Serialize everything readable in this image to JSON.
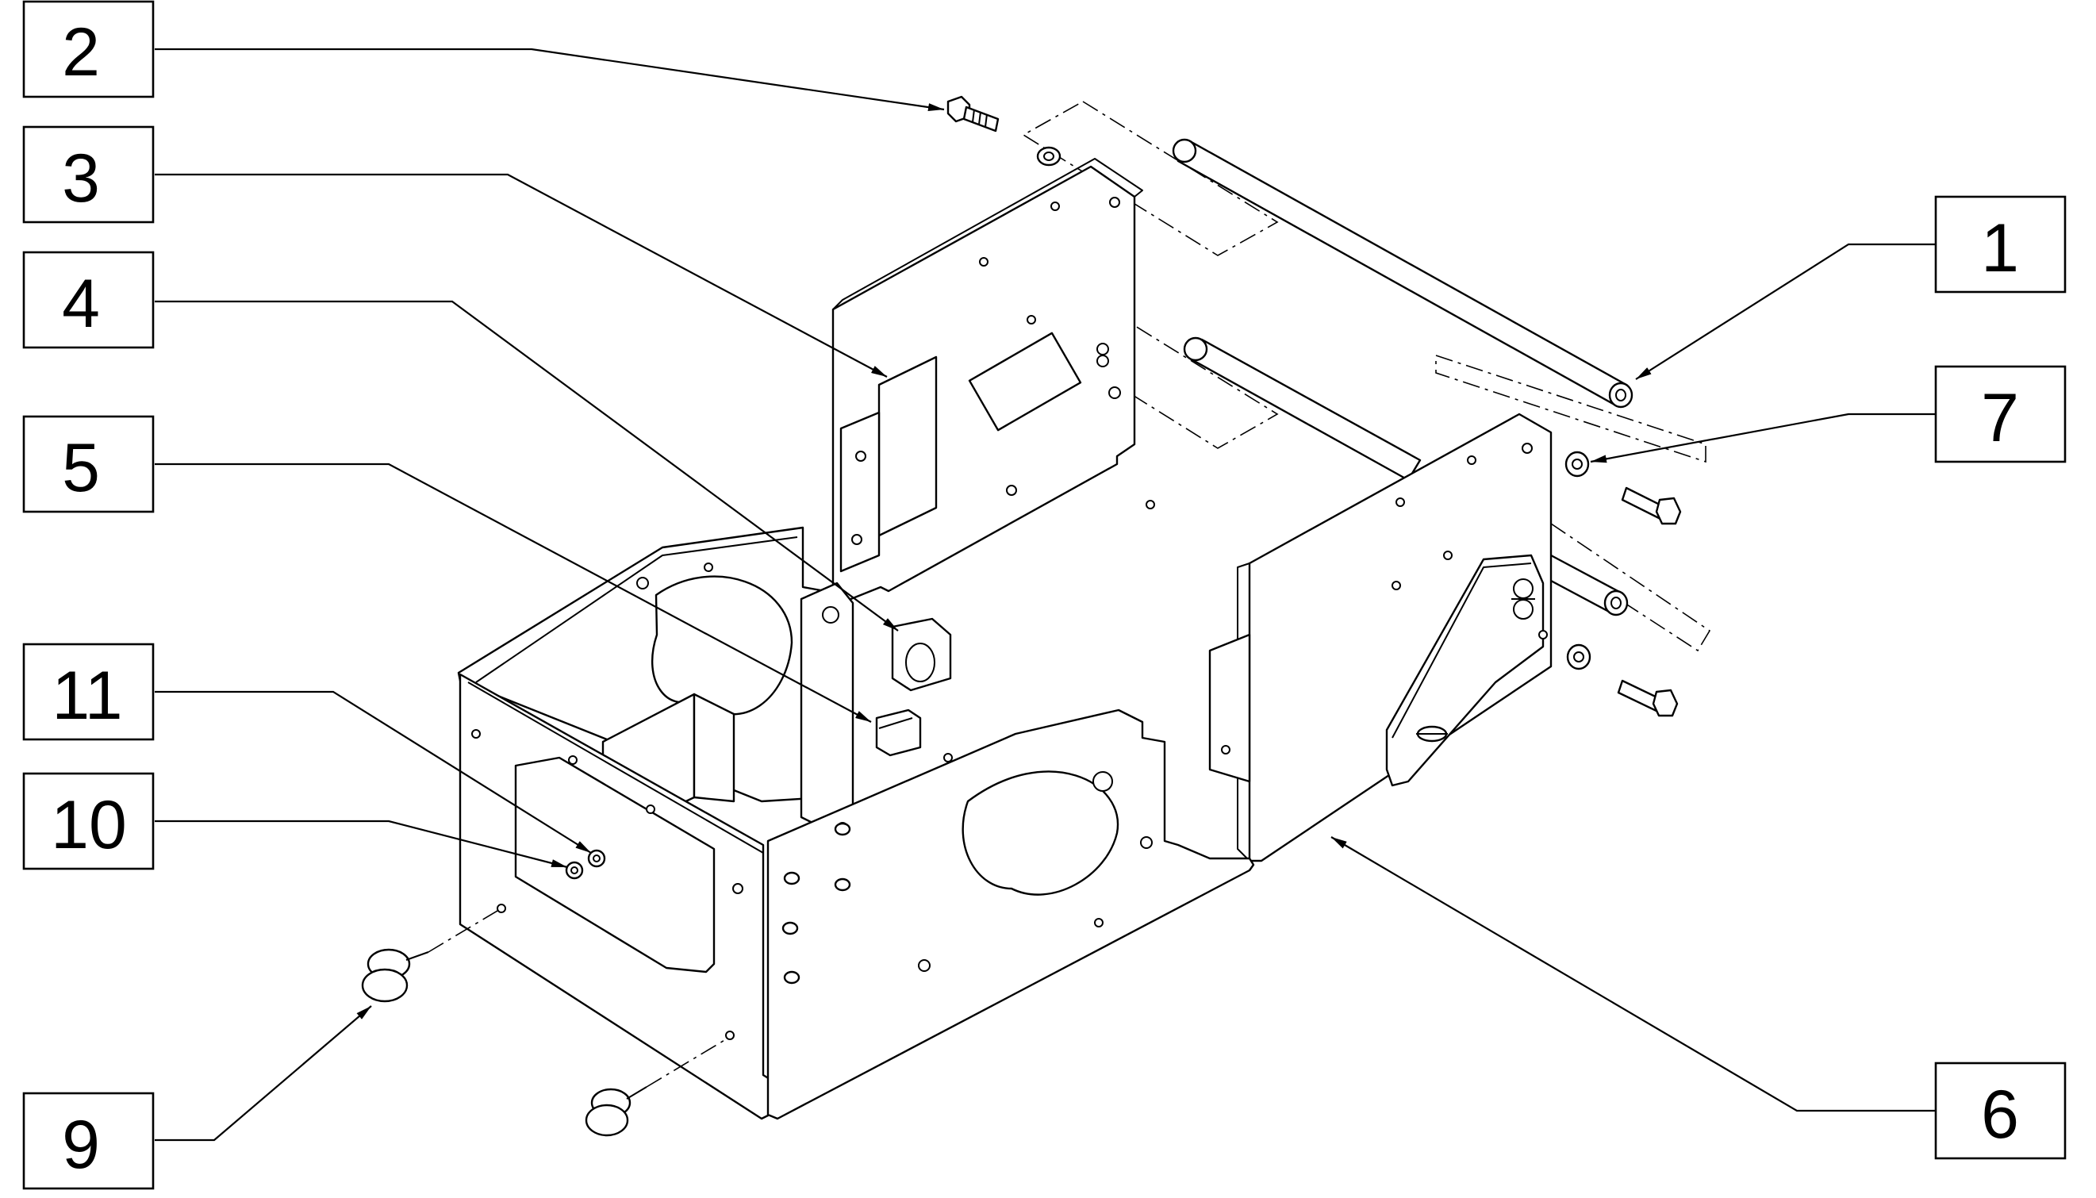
{
  "diagram": {
    "callouts": [
      {
        "id": "c2",
        "label": "2"
      },
      {
        "id": "c3",
        "label": "3"
      },
      {
        "id": "c4",
        "label": "4"
      },
      {
        "id": "c5",
        "label": "5"
      },
      {
        "id": "c11",
        "label": "11"
      },
      {
        "id": "c10",
        "label": "10"
      },
      {
        "id": "c9",
        "label": "9"
      },
      {
        "id": "c1",
        "label": "1"
      },
      {
        "id": "c7",
        "label": "7"
      },
      {
        "id": "c6",
        "label": "6"
      }
    ]
  },
  "colors": {
    "line": "#000000",
    "background": "#ffffff"
  }
}
